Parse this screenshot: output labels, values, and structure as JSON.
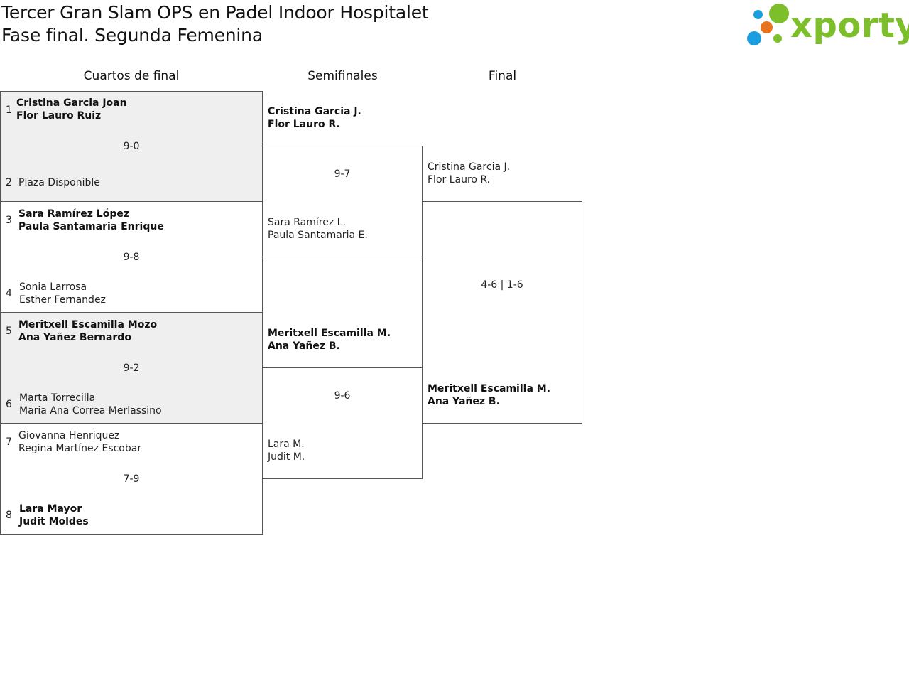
{
  "header": {
    "title_line1": "Tercer Gran Slam OPS en Padel Indoor Hospitalet",
    "title_line2": "Fase final. Segunda Femenina"
  },
  "logo": {
    "text": "xporty",
    "colors": {
      "green": "#7cbf2a",
      "blue": "#1a9ee0",
      "orange": "#e8731f"
    }
  },
  "rounds": {
    "quarterfinals": "Cuartos de final",
    "semifinals": "Semifinales",
    "final": "Final"
  },
  "quarterfinals": [
    {
      "top": {
        "seed": "1",
        "players": [
          "Cristina Garcia Joan",
          "Flor Lauro Ruiz"
        ],
        "winner": true
      },
      "score": "9-0",
      "bottom": {
        "seed": "2",
        "players": [
          "Plaza Disponible"
        ],
        "winner": false
      }
    },
    {
      "top": {
        "seed": "3",
        "players": [
          "Sara Ramírez López",
          "Paula Santamaria Enrique"
        ],
        "winner": true
      },
      "score": "9-8",
      "bottom": {
        "seed": "4",
        "players": [
          "Sonia Larrosa",
          "Esther Fernandez"
        ],
        "winner": false
      }
    },
    {
      "top": {
        "seed": "5",
        "players": [
          "Meritxell Escamilla Mozo",
          "Ana Yañez Bernardo"
        ],
        "winner": true
      },
      "score": "9-2",
      "bottom": {
        "seed": "6",
        "players": [
          "Marta Torrecilla",
          "Maria Ana Correa Merlassino"
        ],
        "winner": false
      }
    },
    {
      "top": {
        "seed": "7",
        "players": [
          "Giovanna Henriquez",
          "Regina Martínez Escobar"
        ],
        "winner": false
      },
      "score": "7-9",
      "bottom": {
        "seed": "8",
        "players": [
          "Lara Mayor",
          "Judit Moldes"
        ],
        "winner": true
      }
    }
  ],
  "semifinals": [
    {
      "top": {
        "players": [
          "Cristina Garcia J.",
          "Flor Lauro R."
        ],
        "winner": true
      },
      "score": "9-7",
      "bottom": {
        "players": [
          "Sara Ramírez L.",
          "Paula Santamaria E."
        ],
        "winner": false
      }
    },
    {
      "top": {
        "players": [
          "Meritxell Escamilla M.",
          "Ana Yañez B."
        ],
        "winner": true
      },
      "score": "9-6",
      "bottom": {
        "players": [
          "Lara M.",
          "Judit M."
        ],
        "winner": false
      }
    }
  ],
  "final": {
    "top": {
      "players": [
        "Cristina Garcia J.",
        "Flor Lauro R."
      ],
      "winner": false
    },
    "score": "4-6 | 1-6",
    "bottom": {
      "players": [
        "Meritxell Escamilla M.",
        "Ana Yañez B."
      ],
      "winner": true
    }
  }
}
